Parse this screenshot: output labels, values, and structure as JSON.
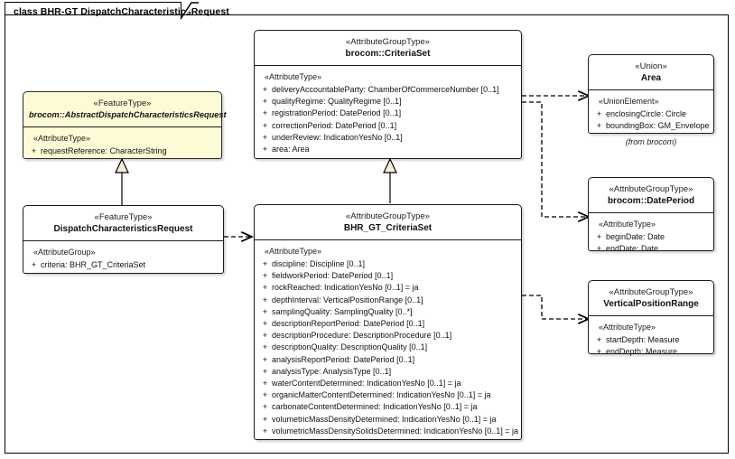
{
  "diagram": {
    "frame_label": "class BHR-GT DispatchCharacteristicsRequest",
    "caption_from_brocom": "(from brocom)",
    "colors": {
      "abstract_fill": "#fdfbd5",
      "class_fill": "#ffffff",
      "line": "#1a1a1a"
    }
  },
  "classes": {
    "criteria_set": {
      "stereotype": "«AttributeGroupType»",
      "name": "brocom::CriteriaSet",
      "group": "«AttributeType»",
      "attributes": [
        {
          "vis": "+",
          "text": "deliveryAccountableParty: ChamberOfCommerceNumber [0..1]"
        },
        {
          "vis": "+",
          "text": "qualityRegime: QualityRegime [0..1]"
        },
        {
          "vis": "+",
          "text": "registrationPeriod: DatePeriod [0..1]"
        },
        {
          "vis": "+",
          "text": "correctionPeriod: DatePeriod [0..1]"
        },
        {
          "vis": "+",
          "text": "underReview: IndicationYesNo [0..1]"
        },
        {
          "vis": "+",
          "text": "area: Area"
        }
      ]
    },
    "abstract_request": {
      "stereotype": "«FeatureType»",
      "name": "brocom::AbstractDispatchCharacteristicsRequest",
      "group": "«AttributeType»",
      "attributes": [
        {
          "vis": "+",
          "text": "requestReference: CharacterString"
        }
      ]
    },
    "dispatch_request": {
      "stereotype": "«FeatureType»",
      "name": "DispatchCharacteristicsRequest",
      "group": "«AttributeGroup»",
      "attributes": [
        {
          "vis": "+",
          "text": "criteria: BHR_GT_CriteriaSet"
        }
      ]
    },
    "bhr_gt_criteria_set": {
      "stereotype": "«AttributeGroupType»",
      "name": "BHR_GT_CriteriaSet",
      "group": "«AttributeType»",
      "attributes": [
        {
          "vis": "+",
          "text": "discipline: Discipline [0..1]"
        },
        {
          "vis": "+",
          "text": "fieldworkPeriod: DatePeriod [0..1]"
        },
        {
          "vis": "+",
          "text": "rockReached: IndicationYesNo [0..1] = ja"
        },
        {
          "vis": "+",
          "text": "depthInterval: VerticalPositionRange [0..1]"
        },
        {
          "vis": "+",
          "text": "samplingQuality: SamplingQuality [0..*]"
        },
        {
          "vis": "+",
          "text": "descriptionReportPeriod: DatePeriod [0..1]"
        },
        {
          "vis": "+",
          "text": "descriptionProcedure: DescriptionProcedure [0..1]"
        },
        {
          "vis": "+",
          "text": "descriptionQuality: DescriptionQuality [0..1]"
        },
        {
          "vis": "+",
          "text": "analysisReportPeriod: DatePeriod [0..1]"
        },
        {
          "vis": "+",
          "text": "analysisType: AnalysisType [0..1]"
        },
        {
          "vis": "+",
          "text": "waterContentDetermined: IndicationYesNo [0..1] = ja"
        },
        {
          "vis": "+",
          "text": "organicMatterContentDetermined: IndicationYesNo [0..1] = ja"
        },
        {
          "vis": "+",
          "text": "carbonateContentDetermined: IndicationYesNo [0..1] = ja"
        },
        {
          "vis": "+",
          "text": "volumetricMassDensityDetermined: IndicationYesNo [0..1] = ja"
        },
        {
          "vis": "+",
          "text": "volumetricMassDensitySolidsDetermined: IndicationYesNo [0..1] = ja"
        }
      ]
    },
    "area": {
      "stereotype": "«Union»",
      "name": "Area",
      "group": "«UnionElement»",
      "attributes": [
        {
          "vis": "+",
          "text": "enclosingCircle: Circle"
        },
        {
          "vis": "+",
          "text": "boundingBox: GM_Envelope"
        }
      ]
    },
    "date_period": {
      "stereotype": "«AttributeGroupType»",
      "name": "brocom::DatePeriod",
      "group": "«AttributeType»",
      "attributes": [
        {
          "vis": "+",
          "text": "beginDate: Date"
        },
        {
          "vis": "+",
          "text": "endDate: Date"
        }
      ]
    },
    "vertical_position_range": {
      "stereotype": "«AttributeGroupType»",
      "name": "VerticalPositionRange",
      "group": "«AttributeType»",
      "attributes": [
        {
          "vis": "+",
          "text": "startDepth: Measure"
        },
        {
          "vis": "+",
          "text": "endDepth: Measure"
        }
      ]
    }
  }
}
